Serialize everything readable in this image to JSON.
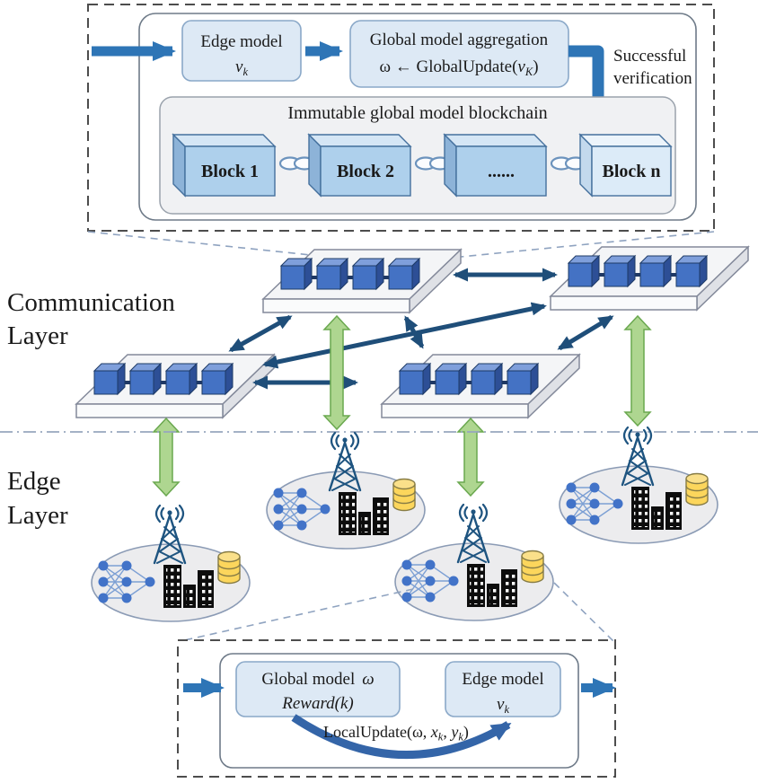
{
  "figure": {
    "description": "Blockchain-based federated edge learning architecture diagram"
  },
  "top_panel": {
    "edge_model_box": {
      "title": "Edge model",
      "var": "v",
      "var_sub": "k"
    },
    "aggregation_box": {
      "title": "Global model aggregation",
      "formula_pre": "ω ← GlobalUpdate(",
      "formula_var": "v",
      "formula_sub": "K",
      "formula_post": ")"
    },
    "verification": {
      "line1": "Successful",
      "line2": "verification"
    },
    "blockchain": {
      "title": "Immutable global model blockchain",
      "blocks": [
        "Block 1",
        "Block 2",
        "......",
        "Block n"
      ]
    }
  },
  "layers": {
    "communication": {
      "line1": "Communication",
      "line2": "Layer"
    },
    "edge": {
      "line1": "Edge",
      "line2": "Layer"
    }
  },
  "bottom_panel": {
    "global_model_box": {
      "title": "Global model",
      "omega": "ω",
      "line2": "Reward(k)"
    },
    "edge_model_box": {
      "title": "Edge model",
      "var": "v",
      "var_sub": "k"
    },
    "local_update": {
      "pre": "LocalUpdate(ω, ",
      "x": "x",
      "x_sub": "k",
      "comma": ", ",
      "y": "y",
      "y_sub": "k",
      "post": ")"
    }
  },
  "icons": {
    "radio_tower": "radio-tower-icon",
    "neural_network": "neural-network-icon",
    "buildings": "city-buildings-icon",
    "database": "database-cylinder-icon",
    "chain_link": "chain-link-icon",
    "block_cube": "blockchain-block-cube",
    "node_platform": "blockchain-node-platform"
  },
  "colors": {
    "flow_arrow_blue": "#2e75b6",
    "p2p_arrow_navy": "#1f4e79",
    "link_arrow_green": "#aed690",
    "box_fill_light_blue": "#dde9f5",
    "block_front": "#aed0ec",
    "block_n_front": "#dcebf8",
    "cube_blue": "#4472c4",
    "tower_blue": "#1e5480",
    "database_yellow": "#fcd65c",
    "ellipse_gray": "#ececee"
  }
}
